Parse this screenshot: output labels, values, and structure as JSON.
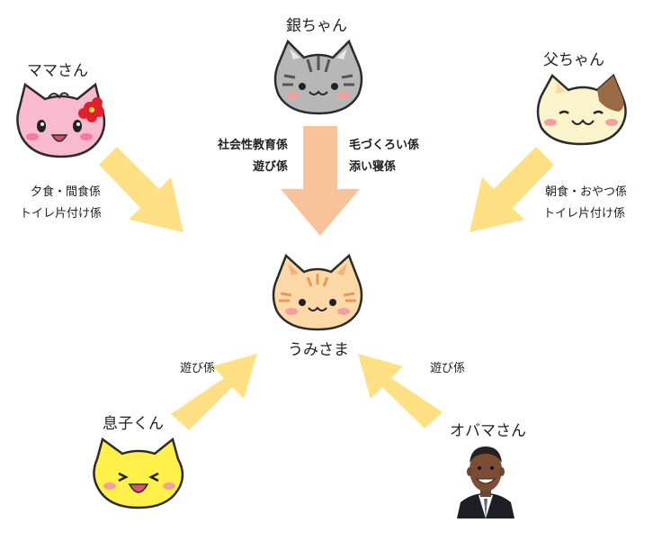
{
  "colors": {
    "arrow_yellow": "#ffe084",
    "arrow_peach": "#f8c39a",
    "outline": "#2b2b2b"
  },
  "center": {
    "name": "うみさま",
    "icon": "orange-tabby-cat-face-icon"
  },
  "gin": {
    "name": "銀ちゃん",
    "icon": "gray-tabby-cat-face-icon",
    "roles_left": [
      "社会性教育係",
      "遊び係"
    ],
    "roles_right": [
      "毛づくろい係",
      "添い寝係"
    ]
  },
  "mama": {
    "name": "ママさん",
    "icon": "pink-cat-with-flower-icon",
    "roles": [
      "夕食・間食係",
      "トイレ片付け係"
    ]
  },
  "papa": {
    "name": "父ちゃん",
    "icon": "calico-cat-face-icon",
    "roles": [
      "朝食・おやつ係",
      "トイレ片付け係"
    ]
  },
  "son": {
    "name": "息子くん",
    "icon": "yellow-cat-face-icon",
    "roles": [
      "遊び係"
    ]
  },
  "obama": {
    "name": "オバマさん",
    "icon": "man-in-suit-portrait-icon",
    "roles": [
      "遊び係"
    ]
  }
}
